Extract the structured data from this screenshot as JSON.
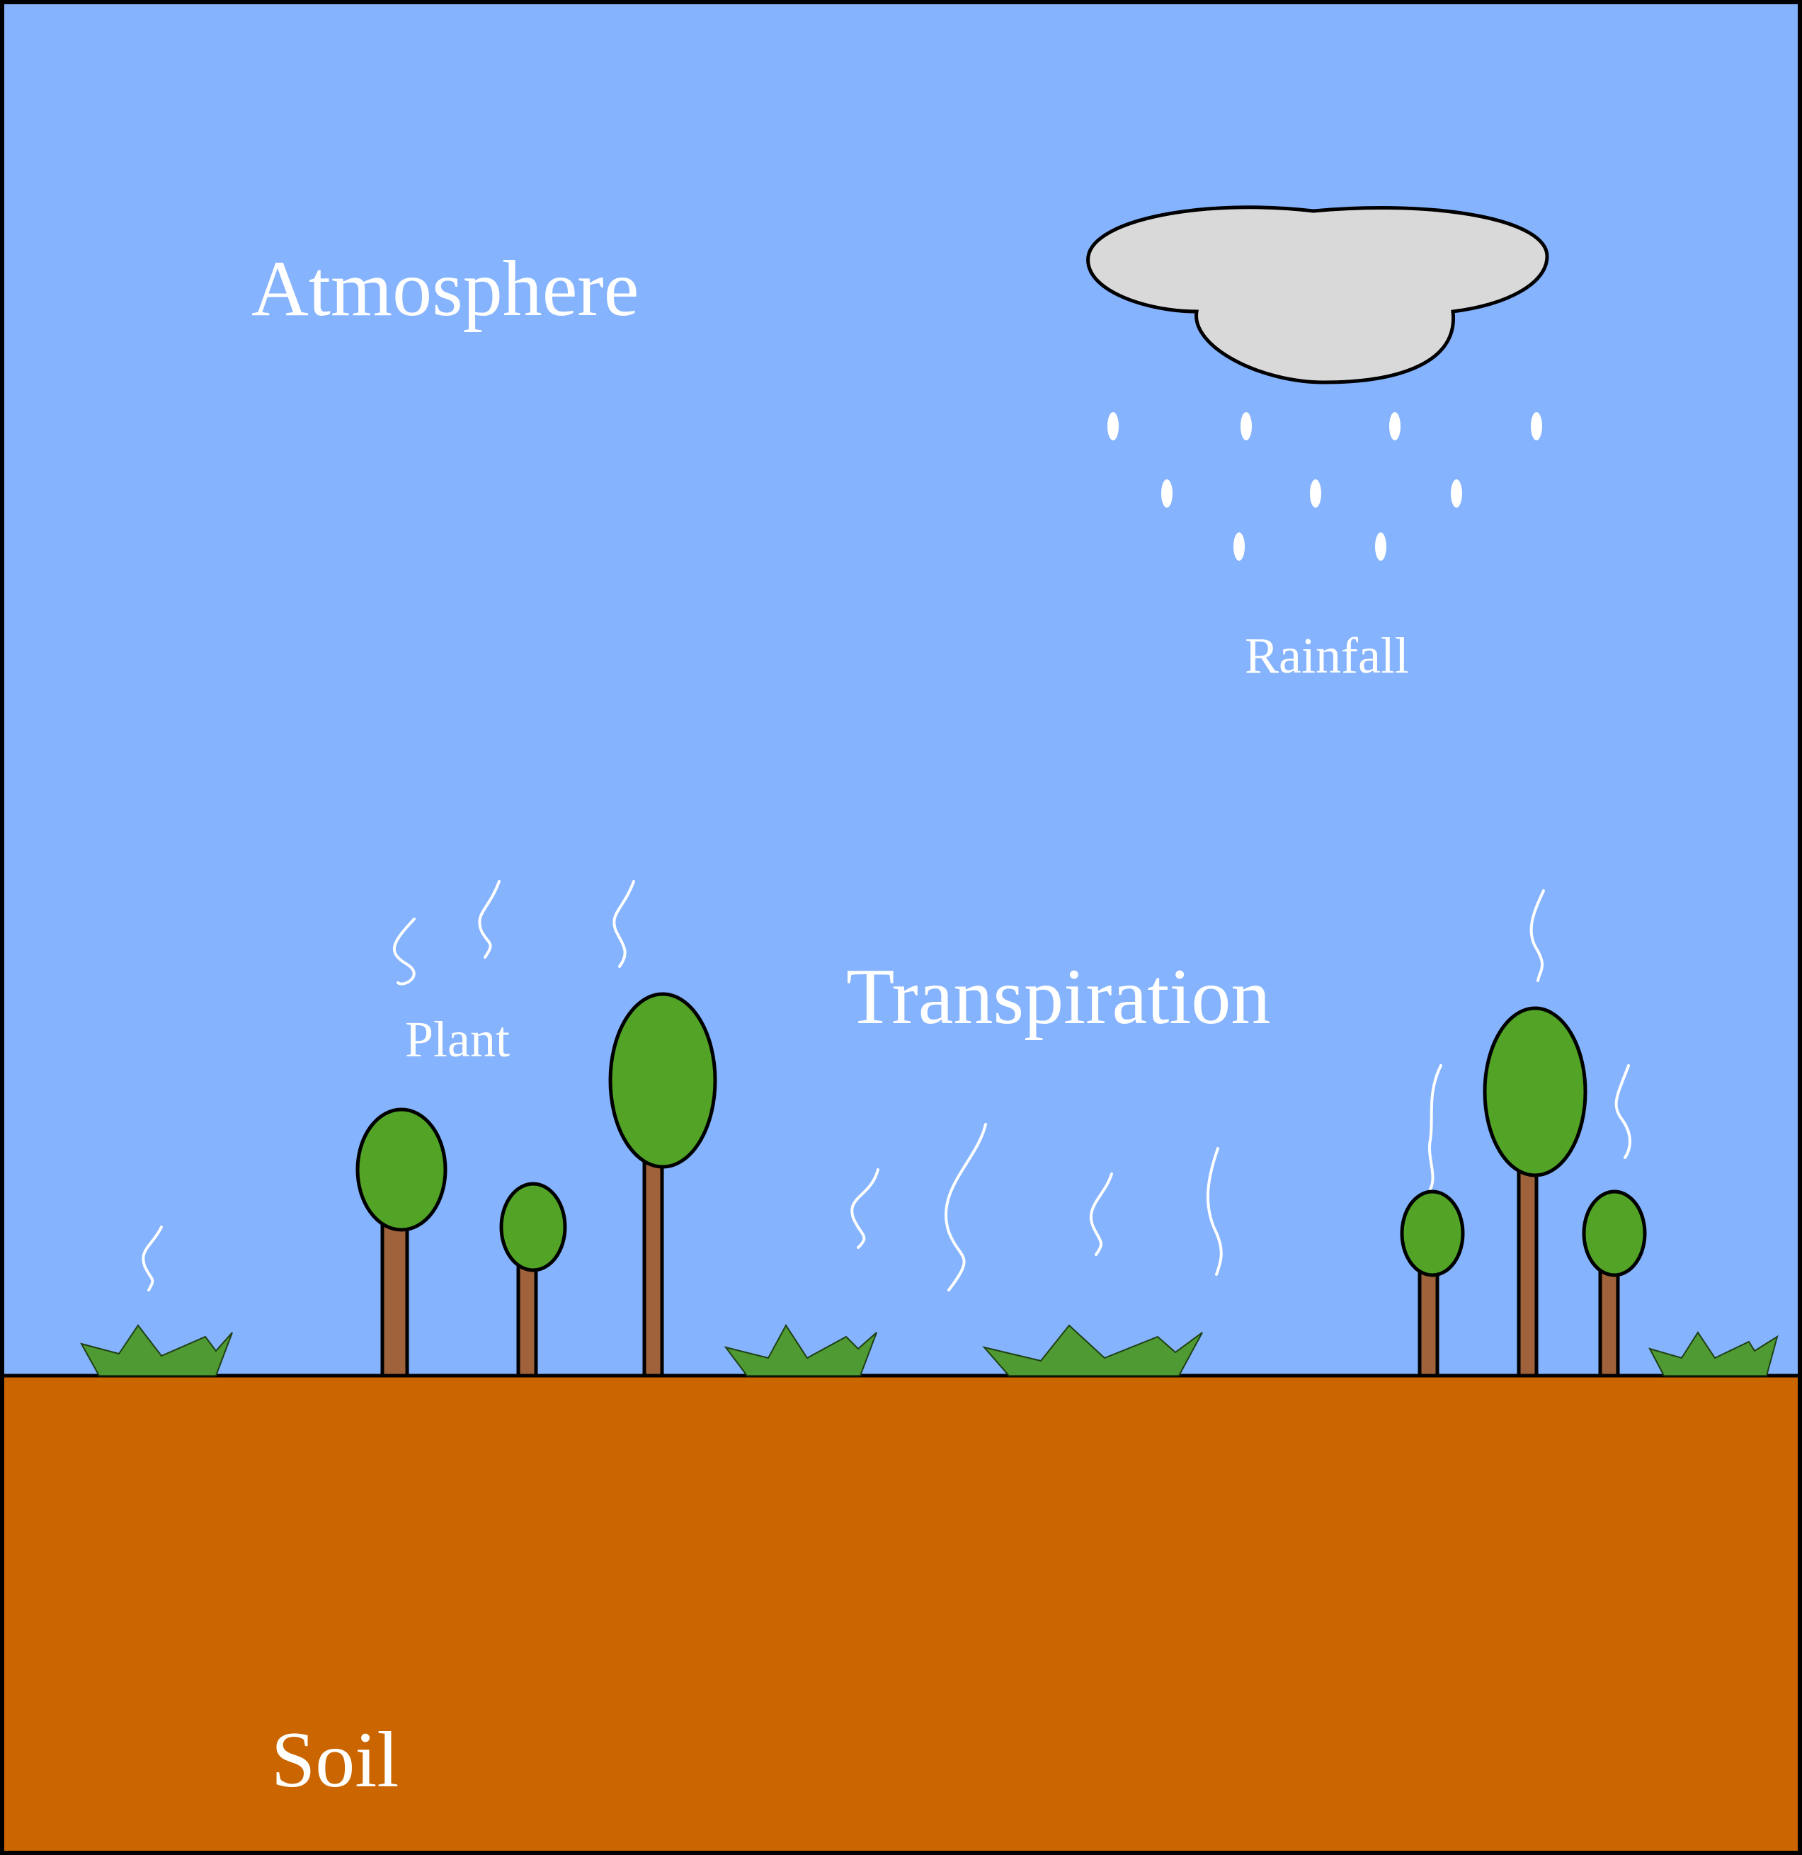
{
  "labels": {
    "atmosphere": "Atmosphere",
    "rainfall": "Rainfall",
    "transpiration": "Transpiration",
    "plant": "Plant",
    "soil": "Soil"
  },
  "colors": {
    "sky": "#85b3fd",
    "soil": "#cb6500",
    "cloud": "#d9d9d9",
    "crown": "#52a326",
    "trunk": "#a0623a",
    "grass": "#4f9a33",
    "text": "#ffffff"
  },
  "icons": {
    "cloud": "cloud-icon",
    "raindrop": "raindrop-icon",
    "tree": "tree-icon",
    "grass": "grass-tuft-icon",
    "vapor": "vapor-wisp-icon"
  }
}
